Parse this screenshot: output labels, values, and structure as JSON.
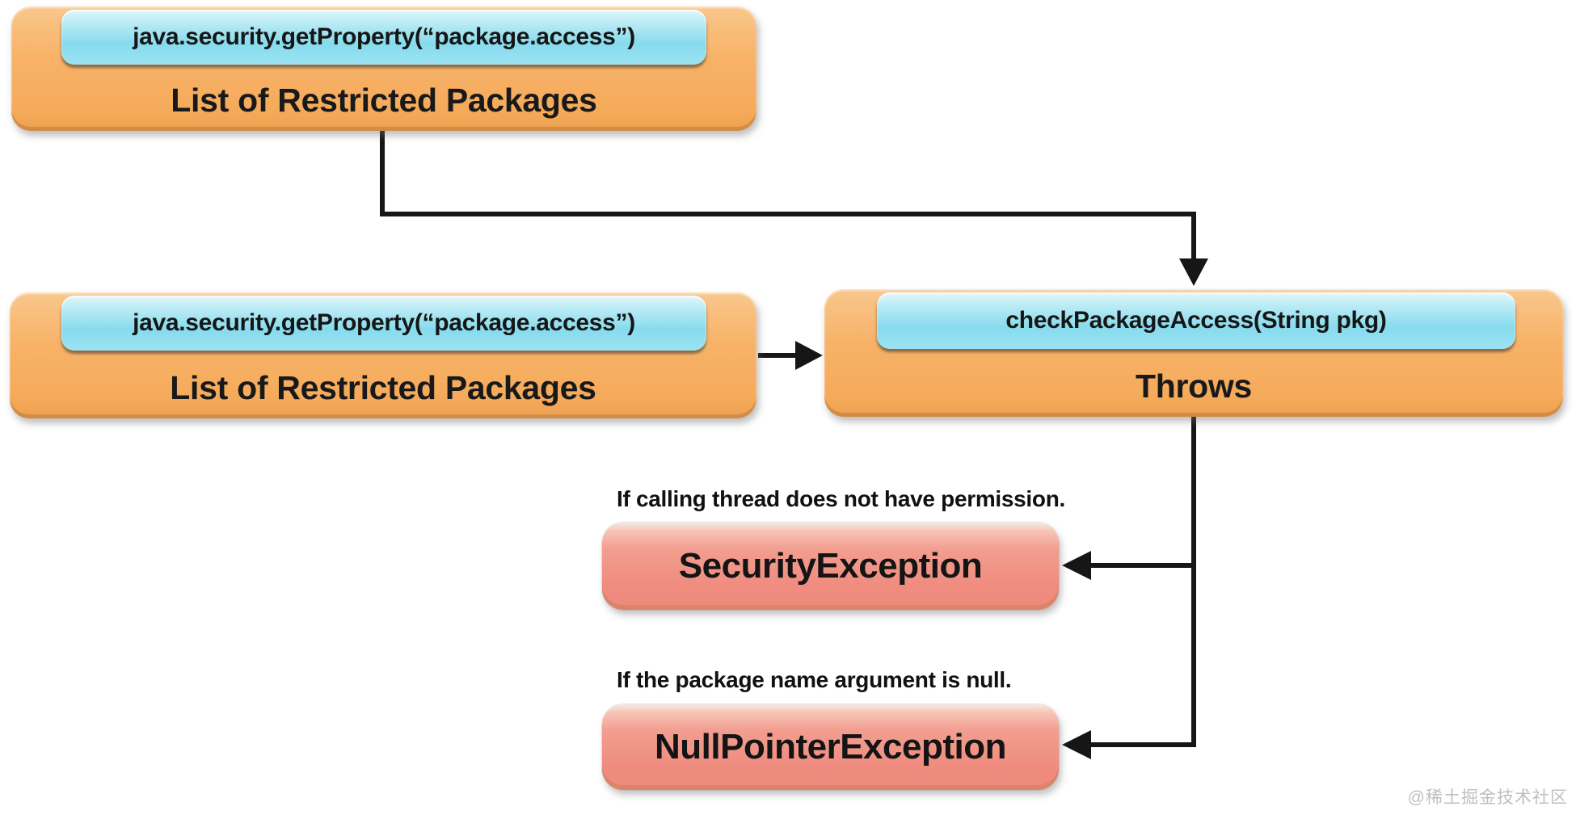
{
  "nodes": {
    "source_top": {
      "header": "java.security.getProperty(“package.access”)",
      "body": "List of Restricted Packages"
    },
    "source_mid": {
      "header": "java.security.getProperty(“package.access”)",
      "body": "List of Restricted Packages"
    },
    "check": {
      "header": "checkPackageAccess(String pkg)",
      "body": "Throws"
    }
  },
  "exceptions": {
    "security": {
      "condition": "If calling thread does not have permission.",
      "name": "SecurityException"
    },
    "null_pointer": {
      "condition": "If the package name argument is null.",
      "name": "NullPointerException"
    }
  },
  "watermark": "@稀土掘金技术社区",
  "colors": {
    "node_fill": "#f6b066",
    "header_fill": "#8edcee",
    "exception_fill": "#f08c80",
    "connector": "#161616",
    "watermark_text": "#bfbfbf"
  }
}
